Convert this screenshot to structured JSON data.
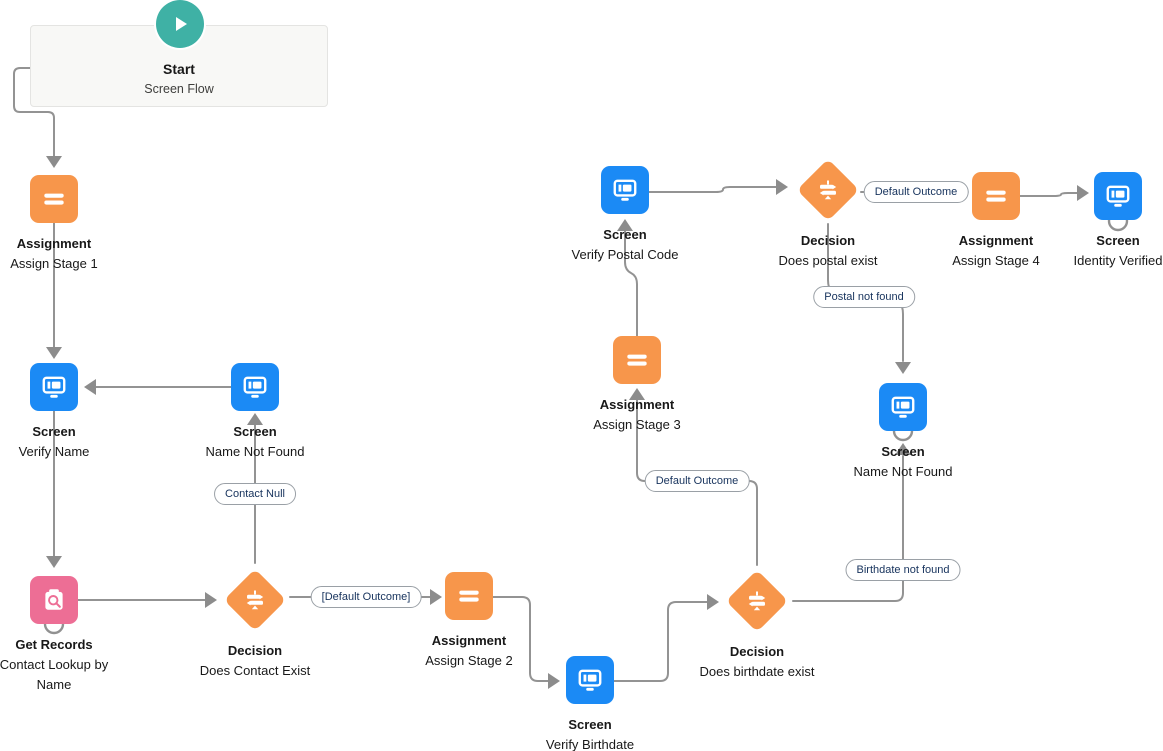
{
  "flow": {
    "start": {
      "title": "Start",
      "subtitle": "Screen Flow"
    },
    "nodes": [
      {
        "id": "assign-stage-1",
        "type": "Assignment",
        "label": "Assign Stage 1"
      },
      {
        "id": "verify-name",
        "type": "Screen",
        "label": "Verify Name"
      },
      {
        "id": "name-not-found-left",
        "type": "Screen",
        "label": "Name Not Found"
      },
      {
        "id": "contact-lookup",
        "type": "Get Records",
        "label": "Contact Lookup by Name"
      },
      {
        "id": "does-contact-exist",
        "type": "Decision",
        "label": "Does Contact Exist"
      },
      {
        "id": "assign-stage-2",
        "type": "Assignment",
        "label": "Assign Stage 2"
      },
      {
        "id": "verify-birthdate",
        "type": "Screen",
        "label": "Verify Birthdate"
      },
      {
        "id": "does-birthdate-exist",
        "type": "Decision",
        "label": "Does birthdate exist"
      },
      {
        "id": "assign-stage-3",
        "type": "Assignment",
        "label": "Assign Stage 3"
      },
      {
        "id": "verify-postal-code",
        "type": "Screen",
        "label": "Verify Postal Code"
      },
      {
        "id": "does-postal-exist",
        "type": "Decision",
        "label": "Does postal exist"
      },
      {
        "id": "assign-stage-4",
        "type": "Assignment",
        "label": "Assign Stage 4"
      },
      {
        "id": "identity-verified",
        "type": "Screen",
        "label": "Identity Verified"
      },
      {
        "id": "name-not-found-right",
        "type": "Screen",
        "label": "Name Not Found"
      }
    ],
    "connector_labels": [
      {
        "id": "default-outcome-bracketed",
        "text": "[Default Outcome]"
      },
      {
        "id": "contact-null",
        "text": "Contact Null"
      },
      {
        "id": "default-outcome-birthdate",
        "text": "Default Outcome"
      },
      {
        "id": "default-outcome-postal",
        "text": "Default Outcome"
      },
      {
        "id": "postal-not-found",
        "text": "Postal not found"
      },
      {
        "id": "birthdate-not-found",
        "text": "Birthdate not found"
      }
    ],
    "colors": {
      "screen_blue": "#1b8af5",
      "logic_orange": "#f7964b",
      "data_pink": "#ed6e95",
      "start_teal": "#3fb1a5",
      "connector_gray": "#939393",
      "pill_text_navy": "#16325c"
    }
  }
}
